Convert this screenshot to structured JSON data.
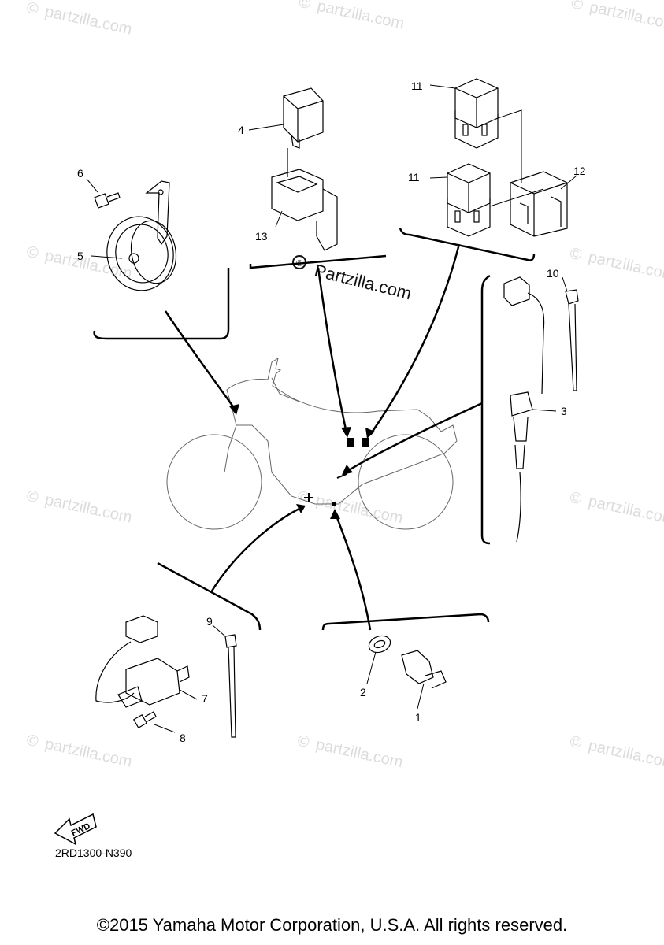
{
  "watermark": {
    "site": "partzilla.com",
    "copyright_symbol": "©",
    "center": "Partzilla.com"
  },
  "callouts": [
    {
      "id": "1",
      "text": "1"
    },
    {
      "id": "2",
      "text": "2"
    },
    {
      "id": "3",
      "text": "3"
    },
    {
      "id": "4",
      "text": "4"
    },
    {
      "id": "5",
      "text": "5"
    },
    {
      "id": "6",
      "text": "6"
    },
    {
      "id": "7",
      "text": "7"
    },
    {
      "id": "8",
      "text": "8"
    },
    {
      "id": "9",
      "text": "9"
    },
    {
      "id": "10",
      "text": "10"
    },
    {
      "id": "11a",
      "text": "11"
    },
    {
      "id": "11b",
      "text": "11"
    },
    {
      "id": "12",
      "text": "12"
    },
    {
      "id": "13",
      "text": "13"
    }
  ],
  "fwd_label": "FWD",
  "diagram_code": "2RD1300-N390",
  "copyright": "©2015 Yamaha Motor Corporation, U.S.A. All rights reserved."
}
